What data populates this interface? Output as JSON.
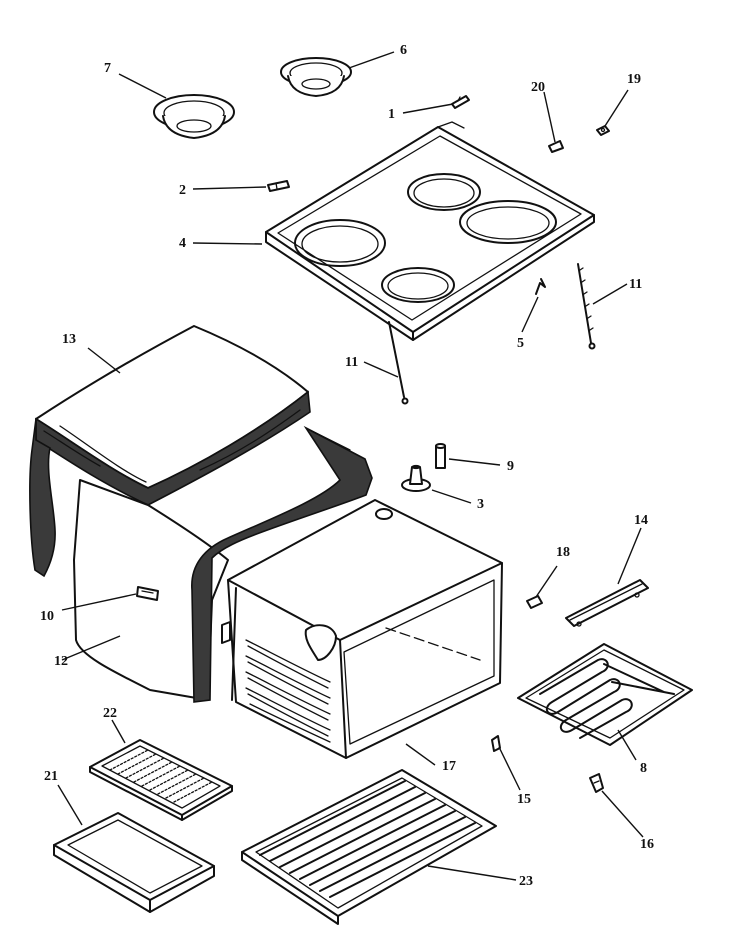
{
  "callouts": [
    {
      "id": "callout-1",
      "label": "1"
    },
    {
      "id": "callout-2",
      "label": "2"
    },
    {
      "id": "callout-3",
      "label": "3"
    },
    {
      "id": "callout-4",
      "label": "4"
    },
    {
      "id": "callout-5",
      "label": "5"
    },
    {
      "id": "callout-6",
      "label": "6"
    },
    {
      "id": "callout-7",
      "label": "7"
    },
    {
      "id": "callout-8",
      "label": "8"
    },
    {
      "id": "callout-9",
      "label": "9"
    },
    {
      "id": "callout-10",
      "label": "10"
    },
    {
      "id": "callout-11a",
      "label": "11"
    },
    {
      "id": "callout-11b",
      "label": "11"
    },
    {
      "id": "callout-12",
      "label": "12"
    },
    {
      "id": "callout-13",
      "label": "13"
    },
    {
      "id": "callout-14",
      "label": "14"
    },
    {
      "id": "callout-15",
      "label": "15"
    },
    {
      "id": "callout-16",
      "label": "16"
    },
    {
      "id": "callout-17",
      "label": "17"
    },
    {
      "id": "callout-18",
      "label": "18"
    },
    {
      "id": "callout-19",
      "label": "19"
    },
    {
      "id": "callout-20",
      "label": "20"
    },
    {
      "id": "callout-21",
      "label": "21"
    },
    {
      "id": "callout-22",
      "label": "22"
    },
    {
      "id": "callout-23",
      "label": "23"
    }
  ]
}
